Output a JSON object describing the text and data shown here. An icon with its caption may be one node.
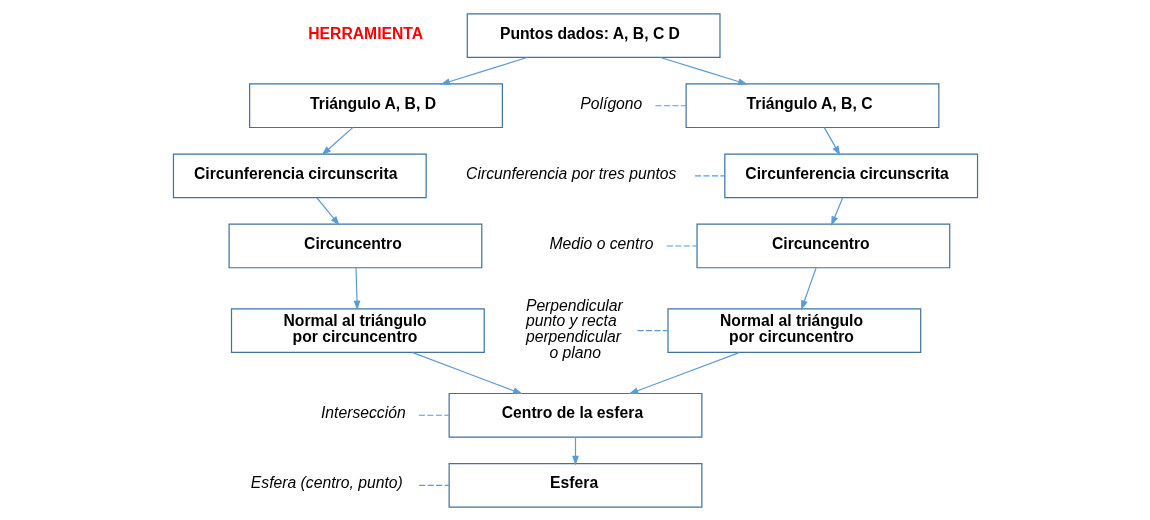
{
  "diagram": {
    "nodes": [
      {
        "text": [
          "Puntos dados: A, B, C D"
        ]
      },
      {
        "text": [
          "Triángulo A, B, C"
        ]
      },
      {
        "text": [
          "Triángulo A, B, D"
        ]
      },
      {
        "text": [
          "Circunferencia circunscrita"
        ]
      },
      {
        "text": [
          "Circunferencia circunscrita"
        ]
      },
      {
        "text": [
          "Circuncentro"
        ]
      },
      {
        "text": [
          "Circuncentro"
        ]
      },
      {
        "text": [
          "Normal al triángulo por circuncentro"
        ]
      },
      {
        "text": [
          "Normal al triángulo por circuncentro"
        ]
      },
      {
        "text": [
          "Centro de la esfera"
        ]
      },
      {
        "text": [
          "Esfera"
        ]
      },
      {
        "text": [
          "Polígono"
        ]
      },
      {
        "text": [
          "Circunferencia por tres puntos"
        ]
      },
      {
        "text": [
          "Medio o centro"
        ]
      },
      {
        "text": [
          "Perpendicular punto y recta perpendicular o plano"
        ]
      },
      {
        "text": [
          "Intersección"
        ]
      },
      {
        "text": [
          "Esfera (centro, punto)"
        ]
      }
    ],
    "edges": [
      {
        "from": 0,
        "to": 1,
        "arrow": "to"
      },
      {
        "from": 0,
        "to": 2,
        "arrow": "to"
      },
      {
        "from": 1,
        "to": 3,
        "arrow": "to"
      },
      {
        "from": 2,
        "to": 4,
        "arrow": "to"
      },
      {
        "from": 3,
        "to": 5,
        "arrow": "to"
      },
      {
        "from": 4,
        "to": 6,
        "arrow": "to"
      },
      {
        "from": 5,
        "to": 7,
        "arrow": "to"
      },
      {
        "from": 6,
        "to": 8,
        "arrow": "to"
      },
      {
        "from": 7,
        "to": 9,
        "arrow": "to"
      },
      {
        "from": 8,
        "to": 9,
        "arrow": "to"
      },
      {
        "from": 9,
        "to": 10,
        "arrow": "to"
      },
      {
        "from": 11,
        "to": 1,
        "arrow": "none",
        "style": "dashed"
      },
      {
        "from": 12,
        "to": 3,
        "arrow": "none",
        "style": "dashed"
      },
      {
        "from": 13,
        "to": 5,
        "arrow": "none",
        "style": "dashed"
      },
      {
        "from": 14,
        "to": 7,
        "arrow": "none",
        "style": "dashed"
      },
      {
        "from": 15,
        "to": 9,
        "arrow": "none",
        "style": "dashed"
      },
      {
        "from": 16,
        "to": 10,
        "arrow": "none",
        "style": "dashed"
      }
    ],
    "labels": [
      "HERRAMIENTA"
    ]
  }
}
